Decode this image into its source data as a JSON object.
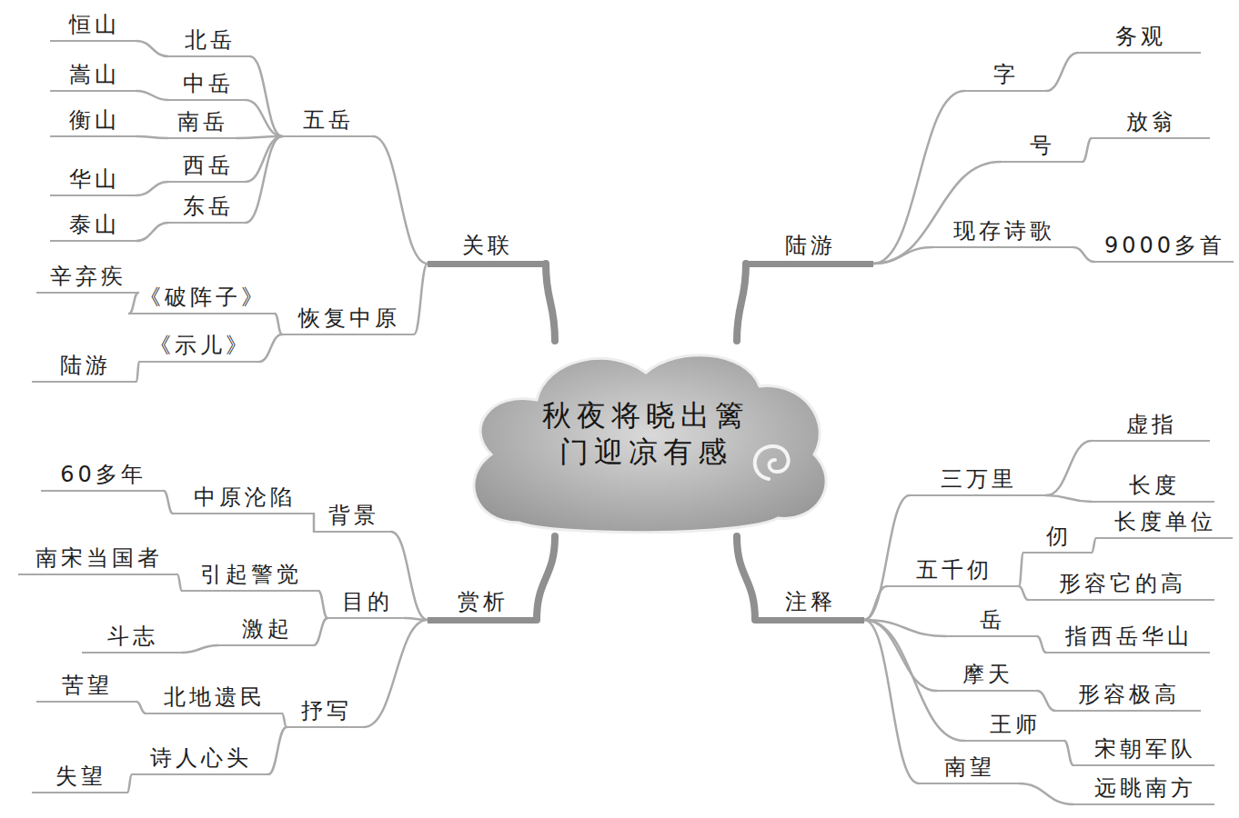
{
  "diagram": {
    "nodes": [
      {
        "text": [
          "秋夜将晓出篱门迎凉有感"
        ]
      },
      {
        "text": [
          "关联"
        ]
      },
      {
        "text": [
          "五岳"
        ]
      },
      {
        "text": [
          "北岳"
        ]
      },
      {
        "text": [
          "恒山"
        ]
      },
      {
        "text": [
          "中岳"
        ]
      },
      {
        "text": [
          "嵩山"
        ]
      },
      {
        "text": [
          "南岳"
        ]
      },
      {
        "text": [
          "衡山"
        ]
      },
      {
        "text": [
          "西岳"
        ]
      },
      {
        "text": [
          "华山"
        ]
      },
      {
        "text": [
          "东岳"
        ]
      },
      {
        "text": [
          "泰山"
        ]
      },
      {
        "text": [
          "恢复中原"
        ]
      },
      {
        "text": [
          "《破阵子》"
        ]
      },
      {
        "text": [
          "辛弃疾"
        ]
      },
      {
        "text": [
          "《示儿》"
        ]
      },
      {
        "text": [
          "陆游"
        ]
      },
      {
        "text": [
          "陆游"
        ]
      },
      {
        "text": [
          "字"
        ]
      },
      {
        "text": [
          "务观"
        ]
      },
      {
        "text": [
          "号"
        ]
      },
      {
        "text": [
          "放翁"
        ]
      },
      {
        "text": [
          "现存诗歌"
        ]
      },
      {
        "text": [
          "9000多首"
        ]
      },
      {
        "text": [
          "赏析"
        ]
      },
      {
        "text": [
          "背景"
        ]
      },
      {
        "text": [
          "中原沦陷"
        ]
      },
      {
        "text": [
          "60多年"
        ]
      },
      {
        "text": [
          "目的"
        ]
      },
      {
        "text": [
          "引起警觉"
        ]
      },
      {
        "text": [
          "南宋当国者"
        ]
      },
      {
        "text": [
          "激起"
        ]
      },
      {
        "text": [
          "斗志"
        ]
      },
      {
        "text": [
          "抒写"
        ]
      },
      {
        "text": [
          "北地遗民"
        ]
      },
      {
        "text": [
          "苦望"
        ]
      },
      {
        "text": [
          "诗人心头"
        ]
      },
      {
        "text": [
          "失望"
        ]
      },
      {
        "text": [
          "注释"
        ]
      },
      {
        "text": [
          "三万里"
        ]
      },
      {
        "text": [
          "虚指"
        ]
      },
      {
        "text": [
          "长度"
        ]
      },
      {
        "text": [
          "五千仞"
        ]
      },
      {
        "text": [
          "仞"
        ]
      },
      {
        "text": [
          "长度单位"
        ]
      },
      {
        "text": [
          "形容它的高"
        ]
      },
      {
        "text": [
          "岳"
        ]
      },
      {
        "text": [
          "指西岳华山"
        ]
      },
      {
        "text": [
          "摩天"
        ]
      },
      {
        "text": [
          "形容极高"
        ]
      },
      {
        "text": [
          "王师"
        ]
      },
      {
        "text": [
          "宋朝军队"
        ]
      },
      {
        "text": [
          "南望"
        ]
      },
      {
        "text": [
          "远眺南方"
        ]
      }
    ],
    "edges": [
      {
        "from": 0,
        "to": 1,
        "arrow": "none"
      },
      {
        "from": 1,
        "to": 2,
        "arrow": "none"
      },
      {
        "from": 2,
        "to": 3,
        "arrow": "none"
      },
      {
        "from": 3,
        "to": 4,
        "arrow": "none"
      },
      {
        "from": 2,
        "to": 5,
        "arrow": "none"
      },
      {
        "from": 5,
        "to": 6,
        "arrow": "none"
      },
      {
        "from": 2,
        "to": 7,
        "arrow": "none"
      },
      {
        "from": 7,
        "to": 8,
        "arrow": "none"
      },
      {
        "from": 2,
        "to": 9,
        "arrow": "none"
      },
      {
        "from": 9,
        "to": 10,
        "arrow": "none"
      },
      {
        "from": 2,
        "to": 11,
        "arrow": "none"
      },
      {
        "from": 11,
        "to": 12,
        "arrow": "none"
      },
      {
        "from": 1,
        "to": 13,
        "arrow": "none"
      },
      {
        "from": 13,
        "to": 14,
        "arrow": "none"
      },
      {
        "from": 14,
        "to": 15,
        "arrow": "none"
      },
      {
        "from": 13,
        "to": 16,
        "arrow": "none"
      },
      {
        "from": 16,
        "to": 17,
        "arrow": "none"
      },
      {
        "from": 0,
        "to": 18,
        "arrow": "none"
      },
      {
        "from": 18,
        "to": 19,
        "arrow": "none"
      },
      {
        "from": 19,
        "to": 20,
        "arrow": "none"
      },
      {
        "from": 18,
        "to": 21,
        "arrow": "none"
      },
      {
        "from": 21,
        "to": 22,
        "arrow": "none"
      },
      {
        "from": 18,
        "to": 23,
        "arrow": "none"
      },
      {
        "from": 23,
        "to": 24,
        "arrow": "none"
      },
      {
        "from": 0,
        "to": 25,
        "arrow": "none"
      },
      {
        "from": 25,
        "to": 26,
        "arrow": "none"
      },
      {
        "from": 26,
        "to": 27,
        "arrow": "none"
      },
      {
        "from": 27,
        "to": 28,
        "arrow": "none"
      },
      {
        "from": 25,
        "to": 29,
        "arrow": "none"
      },
      {
        "from": 29,
        "to": 30,
        "arrow": "none"
      },
      {
        "from": 30,
        "to": 31,
        "arrow": "none"
      },
      {
        "from": 29,
        "to": 32,
        "arrow": "none"
      },
      {
        "from": 32,
        "to": 33,
        "arrow": "none"
      },
      {
        "from": 25,
        "to": 34,
        "arrow": "none"
      },
      {
        "from": 34,
        "to": 35,
        "arrow": "none"
      },
      {
        "from": 35,
        "to": 36,
        "arrow": "none"
      },
      {
        "from": 34,
        "to": 37,
        "arrow": "none"
      },
      {
        "from": 37,
        "to": 38,
        "arrow": "none"
      },
      {
        "from": 0,
        "to": 39,
        "arrow": "none"
      },
      {
        "from": 39,
        "to": 40,
        "arrow": "none"
      },
      {
        "from": 40,
        "to": 41,
        "arrow": "none"
      },
      {
        "from": 40,
        "to": 42,
        "arrow": "none"
      },
      {
        "from": 39,
        "to": 43,
        "arrow": "none"
      },
      {
        "from": 43,
        "to": 44,
        "arrow": "none"
      },
      {
        "from": 44,
        "to": 45,
        "arrow": "none"
      },
      {
        "from": 43,
        "to": 46,
        "arrow": "none"
      },
      {
        "from": 39,
        "to": 47,
        "arrow": "none"
      },
      {
        "from": 47,
        "to": 48,
        "arrow": "none"
      },
      {
        "from": 39,
        "to": 49,
        "arrow": "none"
      },
      {
        "from": 49,
        "to": 50,
        "arrow": "none"
      },
      {
        "from": 39,
        "to": 51,
        "arrow": "none"
      },
      {
        "from": 51,
        "to": 52,
        "arrow": "none"
      },
      {
        "from": 39,
        "to": 53,
        "arrow": "none"
      },
      {
        "from": 53,
        "to": 54,
        "arrow": "none"
      }
    ]
  }
}
